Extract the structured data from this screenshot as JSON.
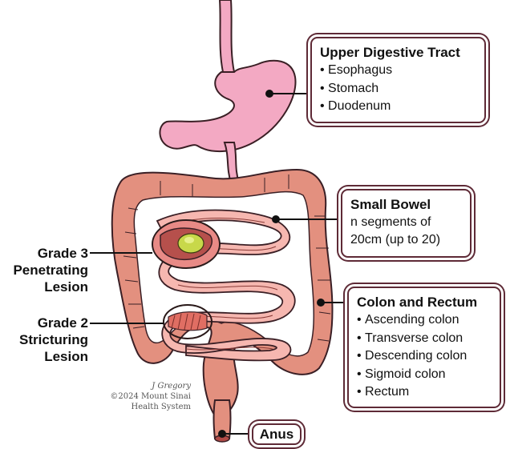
{
  "upper_tract": {
    "title": "Upper Digestive Tract",
    "items": [
      "Esophagus",
      "Stomach",
      "Duodenum"
    ]
  },
  "small_bowel": {
    "title": "Small Bowel",
    "lines": [
      "n segments of",
      "20cm (up to 20)"
    ]
  },
  "colon": {
    "title": "Colon and Rectum",
    "items": [
      "Ascending colon",
      "Transverse colon",
      "Descending colon",
      "Sigmoid colon",
      "Rectum"
    ]
  },
  "anus": {
    "title": "Anus"
  },
  "lesions": {
    "grade3": [
      "Grade 3",
      "Penetrating",
      "Lesion"
    ],
    "grade2": [
      "Grade 2",
      "Stricturing",
      "Lesion"
    ]
  },
  "credit": {
    "author": "J Gregory",
    "copyright": "©2024 Mount Sinai",
    "org": "Health System"
  },
  "colors": {
    "stomach_fill": "#f3a9c3",
    "bowel_fill": "#e3907f",
    "bowel_outline": "#7a2e2a",
    "callout_border": "#5e2a36",
    "abscess_fill": "#c8d84a"
  }
}
